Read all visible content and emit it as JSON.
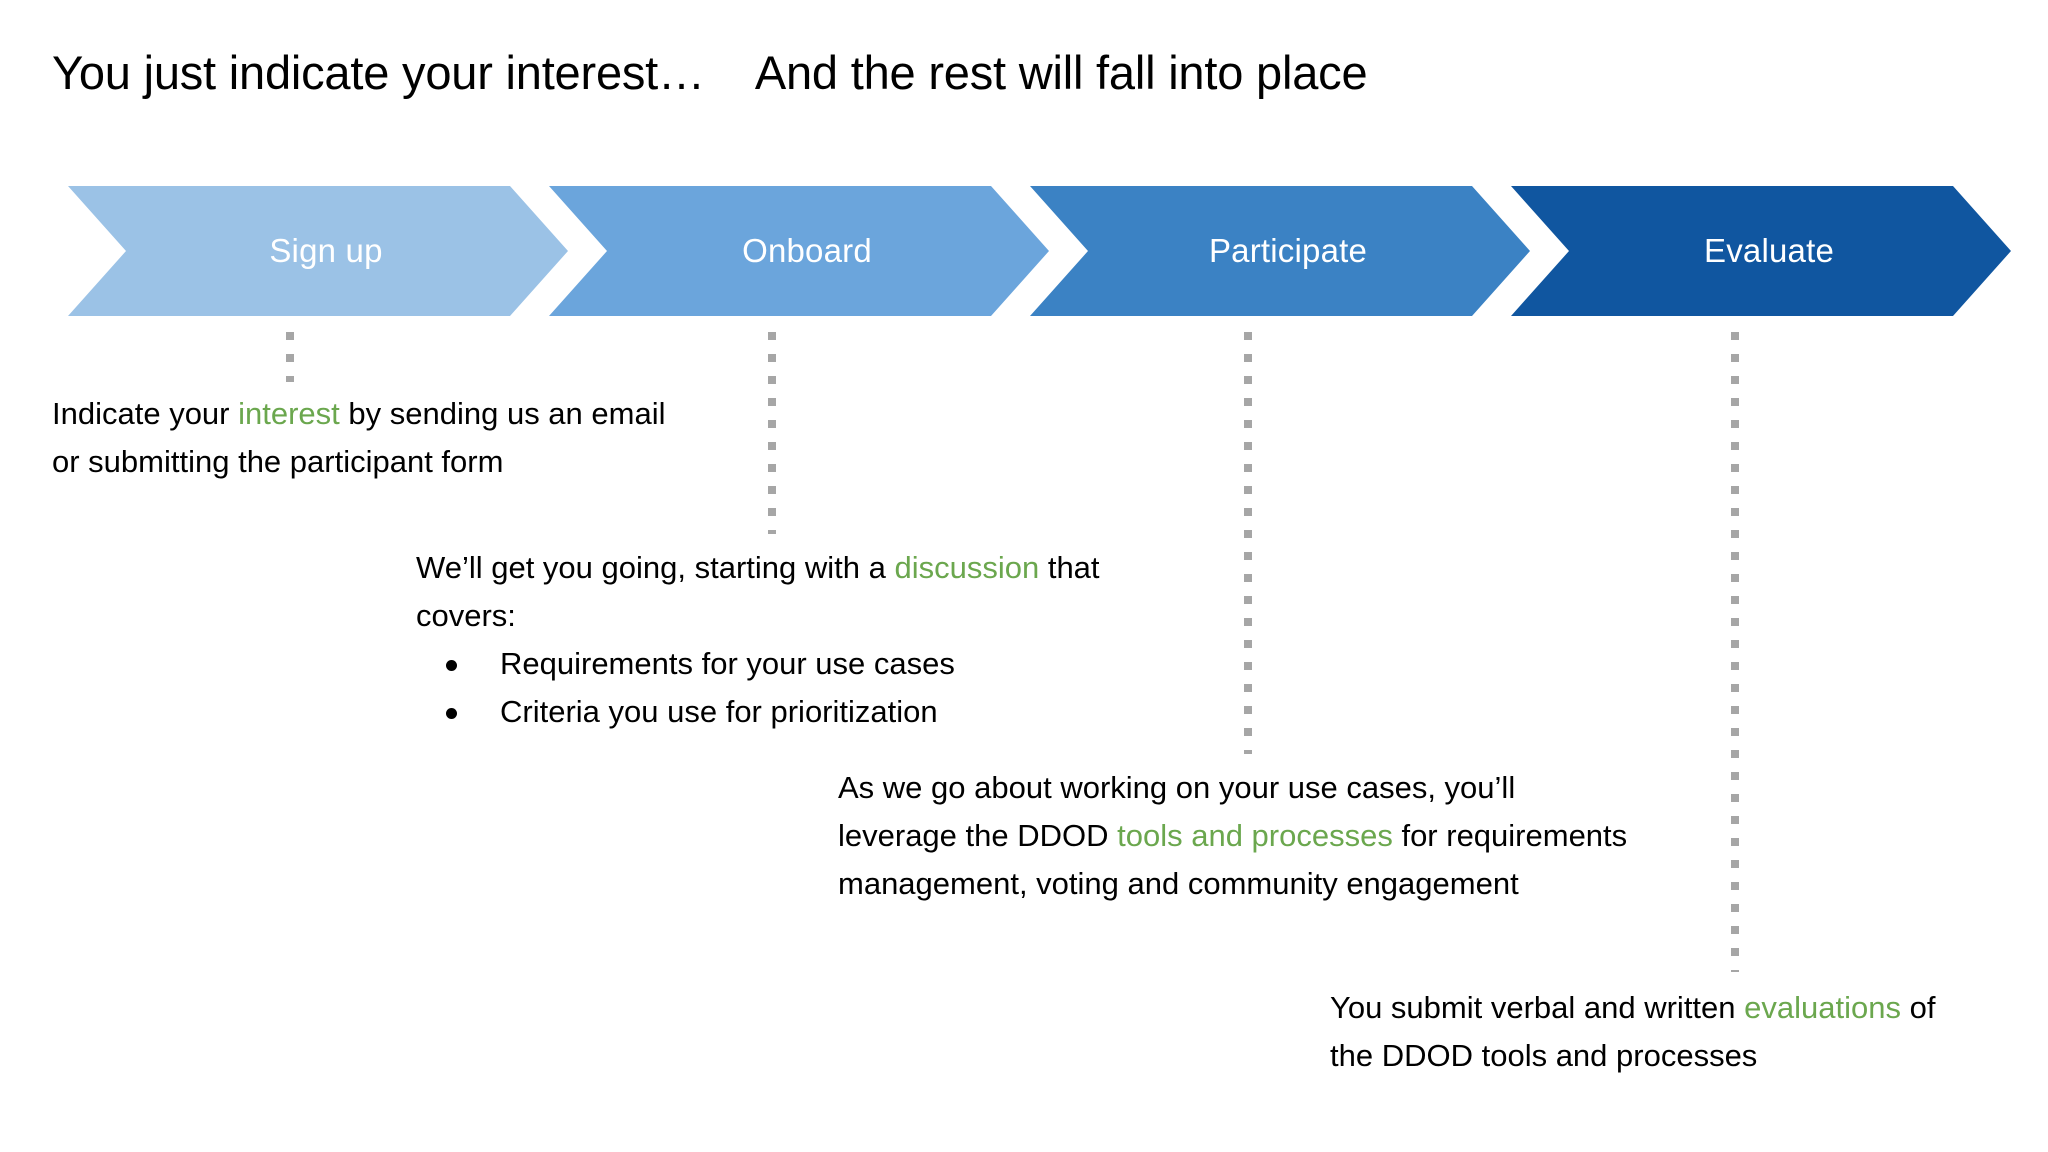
{
  "slide": {
    "title_left": "You just indicate your interest…",
    "title_right": "And the rest will fall into place",
    "accent_green": "#6BA74E",
    "connector_color": "#a6a6a6"
  },
  "process": {
    "steps": [
      {
        "label": "Sign up",
        "color": "#9BC2E6"
      },
      {
        "label": "Onboard",
        "color": "#6BA5DC"
      },
      {
        "label": "Participate",
        "color": "#3B82C4"
      },
      {
        "label": "Evaluate",
        "color": "#1056A0"
      }
    ]
  },
  "descriptions": {
    "sign_up": {
      "part1": "Indicate your ",
      "highlight": "interest",
      "part2": " by sending us an email or submitting the participant form"
    },
    "onboard": {
      "part1": "We’ll get you going, starting with a ",
      "highlight": "discussion",
      "part2": " that covers:",
      "bullets": [
        "Requirements for your use cases",
        "Criteria you use for prioritization"
      ]
    },
    "participate": {
      "part1": "As we go about working on your use cases, you’ll leverage the DDOD ",
      "highlight": "tools and processes",
      "part2": " for requirements management, voting and community engagement"
    },
    "evaluate": {
      "part1": "You submit verbal and written ",
      "highlight": "evaluations",
      "part2": " of the DDOD tools and processes"
    }
  }
}
